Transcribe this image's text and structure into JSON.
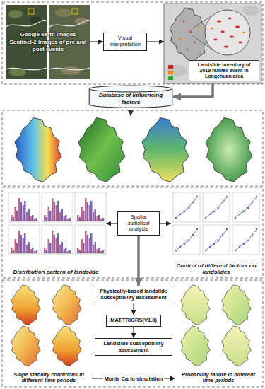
{
  "diagram": {
    "nodes": [
      {
        "text": [
          "Google earth images",
          "Sentinel-2 images of pre and post events"
        ]
      },
      {
        "text": [
          "Visual interpretation"
        ]
      },
      {
        "text": [
          "Landslide inventory of 2019 rainfall event in Longchuan area"
        ]
      },
      {
        "text": [
          "Database of Influencing factors"
        ]
      },
      {
        "text": [
          "Distribution pattern of landslide"
        ]
      },
      {
        "text": [
          "Spatial statistical analysis"
        ]
      },
      {
        "text": [
          "Control of different factors on landslides"
        ]
      },
      {
        "text": [
          "Slope stability conditions in different time periods"
        ]
      },
      {
        "text": [
          "Physically-based landslide susceptibility assessment"
        ]
      },
      {
        "text": [
          "MAT.TRIGRS(V1.0)"
        ]
      },
      {
        "text": [
          "Landslide susceptibility assessment"
        ]
      },
      {
        "text": [
          "Probability failure in different time periods"
        ]
      }
    ],
    "edges": [
      {
        "from": 0,
        "to": 1,
        "arrow": "to"
      },
      {
        "from": 1,
        "to": 2,
        "arrow": "to"
      },
      {
        "from": 2,
        "to": 3,
        "arrow": "to"
      },
      {
        "from": 5,
        "to": 4,
        "arrow": "to"
      },
      {
        "from": 5,
        "to": 6,
        "arrow": "to"
      },
      {
        "from": 5,
        "to": 8,
        "arrow": "to"
      },
      {
        "from": 8,
        "to": 9,
        "arrow": "to"
      },
      {
        "from": 9,
        "to": 10,
        "arrow": "to"
      },
      {
        "from": 7,
        "to": 11,
        "label": "Monte Carlo simulation",
        "arrow": "to"
      }
    ]
  }
}
